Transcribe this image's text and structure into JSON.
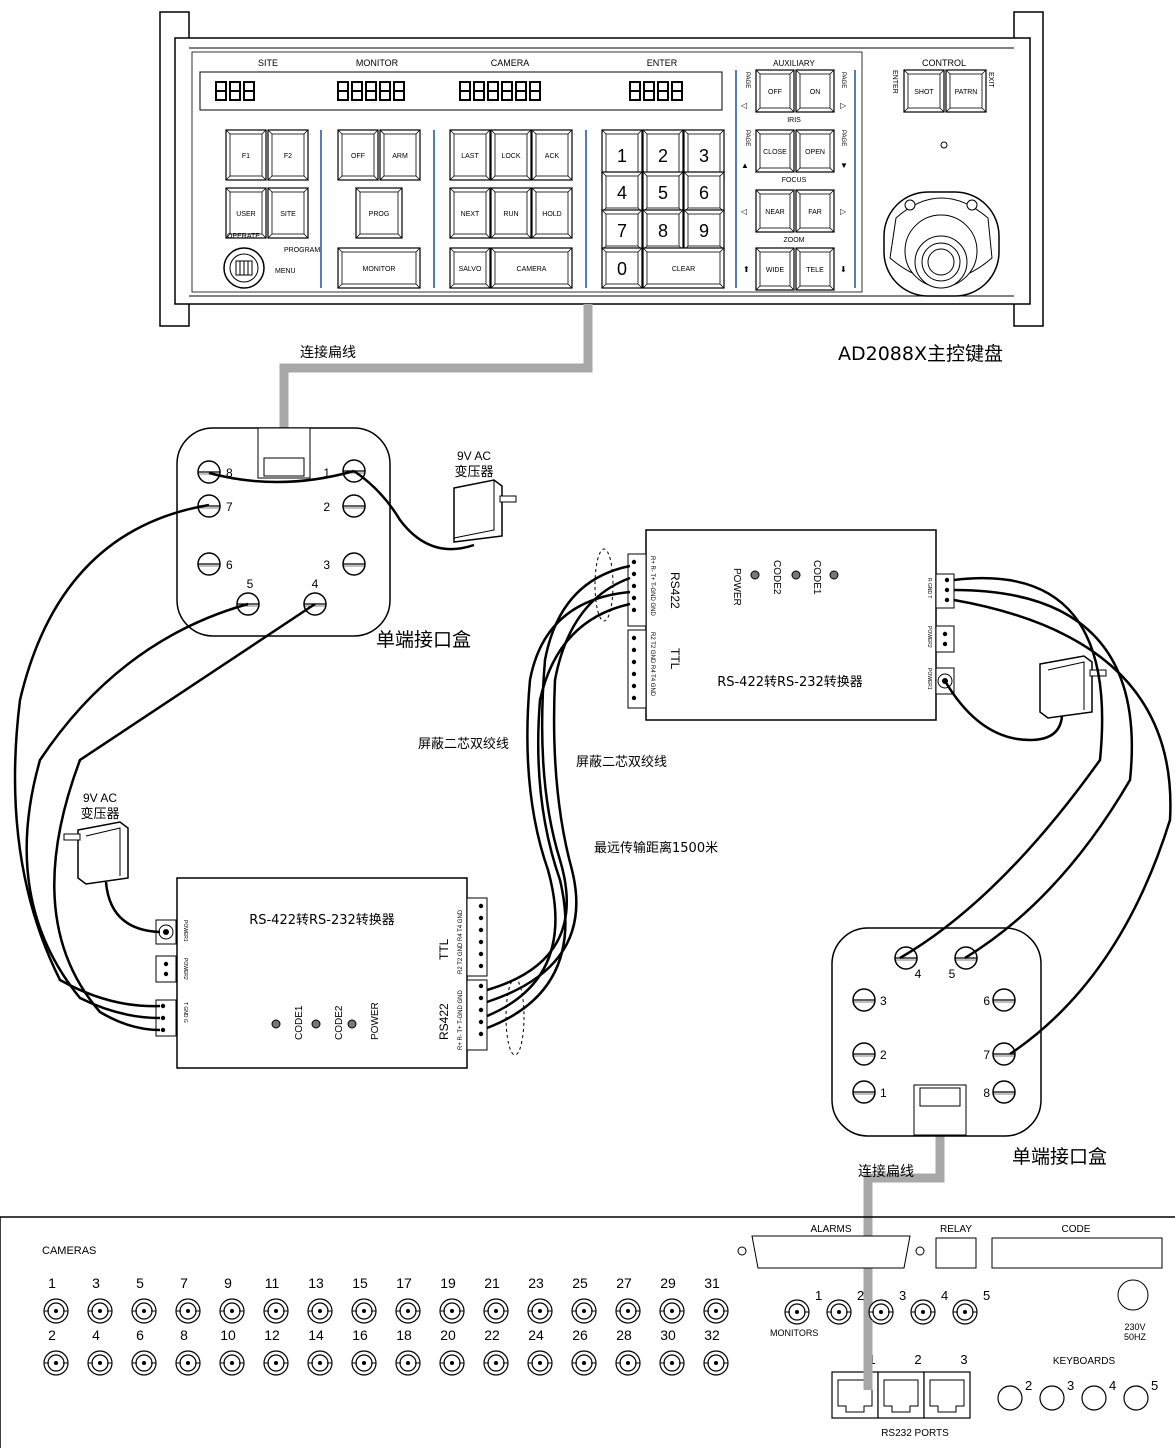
{
  "keyboard": {
    "title": "AD2088X主控键盘",
    "display_labels": [
      "SITE",
      "MONITOR",
      "CAMERA",
      "ENTER"
    ],
    "sections": {
      "auxiliary": "AUXILIARY",
      "iris": "IRIS",
      "focus": "FOCUS",
      "zoom": "ZOOM",
      "control": "CONTROL",
      "operate": "OPERATE",
      "program": "PROGRAM",
      "menu": "MENU",
      "page": "PAGE",
      "enter_v": "ENTER",
      "exit_v": "EXIT"
    },
    "keys": {
      "f1": "F1",
      "f2": "F2",
      "user": "USER",
      "site": "SITE",
      "off": "OFF",
      "arm": "ARM",
      "prog": "PROG",
      "monitor": "MONITOR",
      "last": "LAST",
      "lock": "LOCK",
      "ack": "ACK",
      "next": "NEXT",
      "run": "RUN",
      "hold": "HOLD",
      "salvo": "SALVO",
      "camera": "CAMERA",
      "n1": "1",
      "n2": "2",
      "n3": "3",
      "n4": "4",
      "n5": "5",
      "n6": "6",
      "n7": "7",
      "n8": "8",
      "n9": "9",
      "n0": "0",
      "clear": "CLEAR",
      "aux_off": "OFF",
      "aux_on": "ON",
      "close": "CLOSE",
      "open": "OPEN",
      "near": "NEAR",
      "far": "FAR",
      "wide": "WIDE",
      "tele": "TELE",
      "shot": "SHOT",
      "patrn": "PATRN"
    }
  },
  "labels": {
    "flat_cable": "连接扁线",
    "single_box": "单端接口盒",
    "transformer_v": "9V AC",
    "transformer": "变压器",
    "converter": "RS-422转RS-232转换器",
    "twisted_pair": "屏蔽二芯双绞线",
    "max_distance": "最远传输距离1500米",
    "rs422": "RS422",
    "ttl": "TTL",
    "power": "POWER",
    "code1": "CODE1",
    "code2": "CODE2",
    "power1": "POWER1",
    "power2": "POWER2",
    "rs422_pins": "R+ R- T+ T-GND GND",
    "ttl_pins": "R2 T2 GND R4 T4 GND",
    "rs232_pins": "T GND G",
    "rs232_pins_b": "R GND T"
  },
  "box_top": {
    "pins": [
      "8",
      "1",
      "7",
      "2",
      "6",
      "3",
      "5",
      "4"
    ]
  },
  "box_bottom": {
    "pins": [
      "4",
      "5",
      "3",
      "6",
      "2",
      "7",
      "1",
      "8"
    ]
  },
  "matrix": {
    "cameras": "CAMERAS",
    "odd": [
      "1",
      "3",
      "5",
      "7",
      "9",
      "11",
      "13",
      "15",
      "17",
      "19",
      "21",
      "23",
      "25",
      "27",
      "29",
      "31"
    ],
    "even": [
      "2",
      "4",
      "6",
      "8",
      "10",
      "12",
      "14",
      "16",
      "18",
      "20",
      "22",
      "24",
      "26",
      "28",
      "30",
      "32"
    ],
    "alarms": "ALARMS",
    "relay": "RELAY",
    "code": "CODE",
    "monitors": "MONITORS",
    "monitor_nums": [
      "1",
      "2",
      "3",
      "4",
      "5"
    ],
    "ports": "RS232 PORTS",
    "port_nums": [
      "1",
      "2",
      "3"
    ],
    "keyboards": "KEYBOARDS",
    "keyboard_nums": [
      "2",
      "3",
      "4",
      "5"
    ],
    "power": "230V",
    "hz": "50HZ"
  }
}
